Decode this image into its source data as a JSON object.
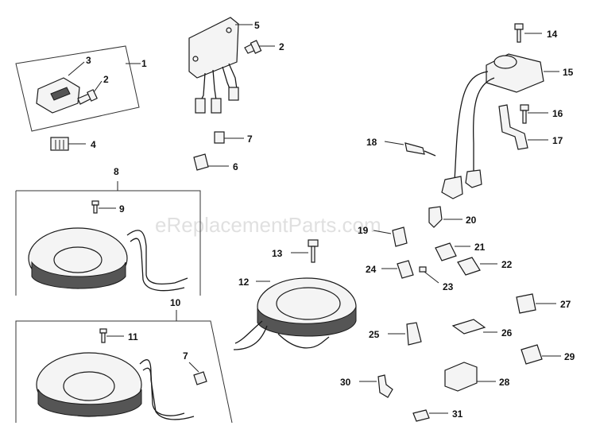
{
  "watermark": "eReplacementParts.com",
  "callouts": {
    "c1": "1",
    "c2a": "2",
    "c2b": "2",
    "c3": "3",
    "c4": "4",
    "c5": "5",
    "c6": "6",
    "c7a": "7",
    "c7b": "7",
    "c8": "8",
    "c9": "9",
    "c10": "10",
    "c11": "11",
    "c12": "12",
    "c13": "13",
    "c14": "14",
    "c15": "15",
    "c16": "16",
    "c17": "17",
    "c18": "18",
    "c19": "19",
    "c20": "20",
    "c21": "21",
    "c22": "22",
    "c23": "23",
    "c24": "24",
    "c25": "25",
    "c26": "26",
    "c27": "27",
    "c28": "28",
    "c29": "29",
    "c30": "30",
    "c31": "31"
  }
}
